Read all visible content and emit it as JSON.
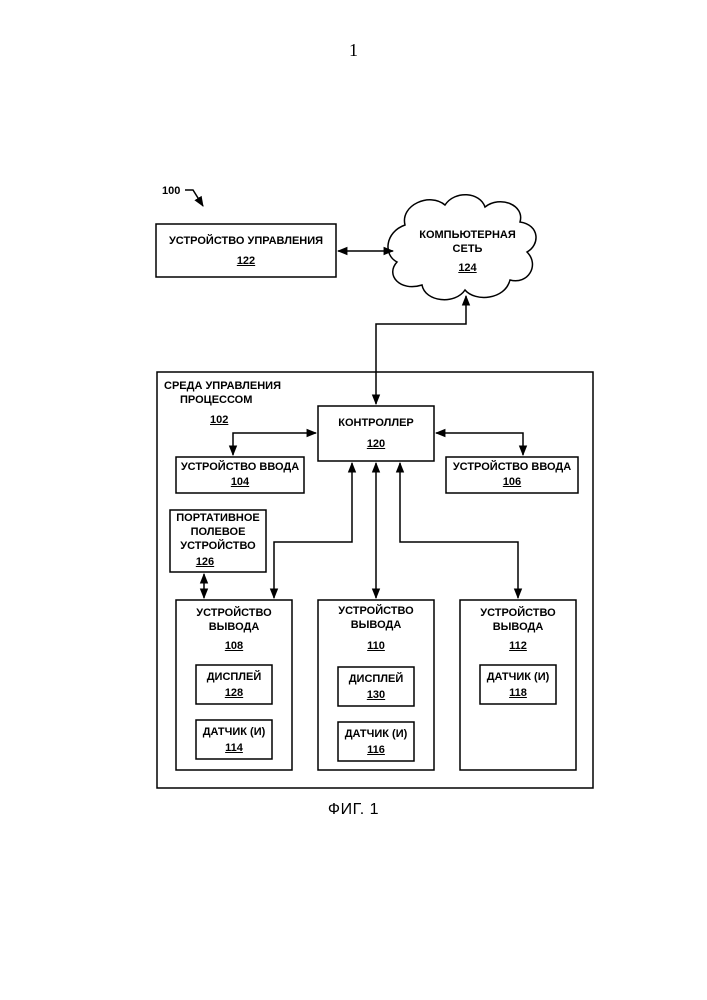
{
  "page_number": "1",
  "figure_caption": "ФИГ. 1",
  "system_ref": "100",
  "management_device": {
    "label": "УСТРОЙСТВО УПРАВЛЕНИЯ",
    "ref": "122"
  },
  "network": {
    "label_line1": "КОМПЬЮТЕРНАЯ",
    "label_line2": "СЕТЬ",
    "ref": "124"
  },
  "environment": {
    "label_line1": "СРЕДА УПРАВЛЕНИЯ",
    "label_line2": "ПРОЦЕССОМ",
    "ref": "102"
  },
  "controller": {
    "label": "КОНТРОЛЛЕР",
    "ref": "120"
  },
  "input_device_1": {
    "label": "УСТРОЙСТВО ВВОДА",
    "ref": "104"
  },
  "input_device_2": {
    "label": "УСТРОЙСТВО ВВОДА",
    "ref": "106"
  },
  "portable_device": {
    "line1": "ПОРТАТИВНОЕ",
    "line2": "ПОЛЕВОЕ",
    "line3": "УСТРОЙСТВО",
    "ref": "126"
  },
  "output_device_1": {
    "line1": "УСТРОЙСТВО",
    "line2": "ВЫВОДА",
    "ref": "108",
    "display": {
      "label": "ДИСПЛЕЙ",
      "ref": "128"
    },
    "sensor": {
      "label": "ДАТЧИК (И)",
      "ref": "114"
    }
  },
  "output_device_2": {
    "line1": "УСТРОЙСТВО",
    "line2": "ВЫВОДА",
    "ref": "110",
    "display": {
      "label": "ДИСПЛЕЙ",
      "ref": "130"
    },
    "sensor": {
      "label": "ДАТЧИК (И)",
      "ref": "116"
    }
  },
  "output_device_3": {
    "line1": "УСТРОЙСТВО",
    "line2": "ВЫВОДА",
    "ref": "112",
    "sensor": {
      "label": "ДАТЧИК (И)",
      "ref": "118"
    }
  }
}
